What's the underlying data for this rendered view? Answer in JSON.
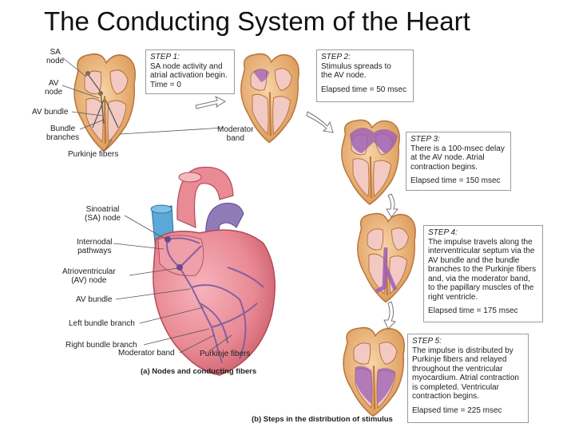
{
  "title": "The Conducting System of the Heart",
  "small_heart_labels": {
    "sa_node": "SA\nnode",
    "av_node": "AV\nnode",
    "av_bundle": "AV bundle",
    "bundle_branches": "Bundle\nbranches",
    "purkinje_fibers": "Purkinje fibers",
    "moderator_band": "Moderator\nband"
  },
  "big_heart_labels": {
    "sinoatrial_node": "Sinoatrial\n(SA) node",
    "internodal_pathways": "Internodal\npathways",
    "av_node": "Atrioventricular\n(AV) node",
    "av_bundle": "AV bundle",
    "left_bundle_branch": "Left bundle branch",
    "right_bundle_branch": "Right bundle branch",
    "moderator_band": "Moderator band",
    "purkinje_fibers": "Purkinje fibers"
  },
  "steps": [
    {
      "heading": "STEP 1:",
      "text": "SA node activity and\natrial activation begin.",
      "time": "Time = 0"
    },
    {
      "heading": "STEP 2:",
      "text": "Stimulus spreads to\nthe AV node.",
      "time": "Elapsed time = 50 msec"
    },
    {
      "heading": "STEP 3:",
      "text": "There is a 100-msec delay\nat the AV node. Atrial\ncontraction begins.",
      "time": "Elapsed time = 150 msec"
    },
    {
      "heading": "STEP 4:",
      "text": "The impulse travels along the\ninterventricular septum via the\nAV bundle and the bundle\nbranches to the Purkinje fibers\nand, via the moderator band,\nto the papillary muscles of the\nright ventricle.",
      "time": "Elapsed time = 175 msec"
    },
    {
      "heading": "STEP 5:",
      "text": "The impulse is distributed by\nPurkinje fibers and relayed\nthroughout the ventricular\nmyocardium. Atrial contraction\nis completed. Ventricular\ncontraction begins.",
      "time": "Elapsed time = 225 msec"
    }
  ],
  "captions": {
    "a": "(a) Nodes and conducting fibers",
    "b": "(b) Steps in the distribution of stimulus"
  },
  "colors": {
    "heart_pink": "#e98a95",
    "heart_dark": "#c95a67",
    "wall_tan": "#e8b27a",
    "wall_edge": "#b8743e",
    "stimulus_purple": "#9b5fb5",
    "vessel_blue": "#5aa9d9",
    "vessel_purple": "#8f7bb7"
  }
}
